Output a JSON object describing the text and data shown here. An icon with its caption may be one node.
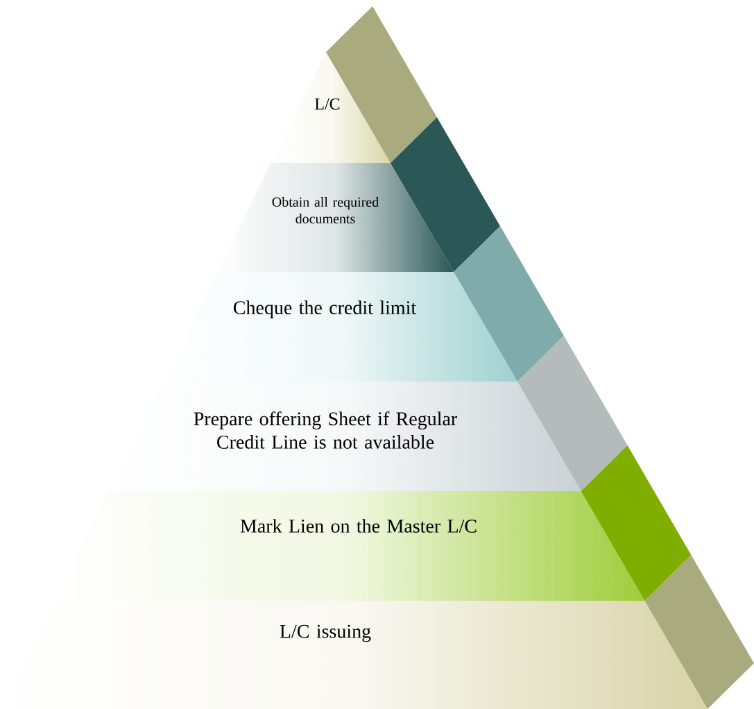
{
  "diagram": {
    "nodes": [
      {
        "text": [
          "L/C"
        ]
      },
      {
        "text": [
          "Obtain all required documents"
        ]
      },
      {
        "text": [
          "Cheque the credit limit"
        ]
      },
      {
        "text": [
          "Prepare offering Sheet if Regular Credit Line is not available"
        ]
      },
      {
        "text": [
          "Mark Lien on the Master L/C"
        ]
      },
      {
        "text": [
          "L/C issuing"
        ]
      }
    ]
  }
}
